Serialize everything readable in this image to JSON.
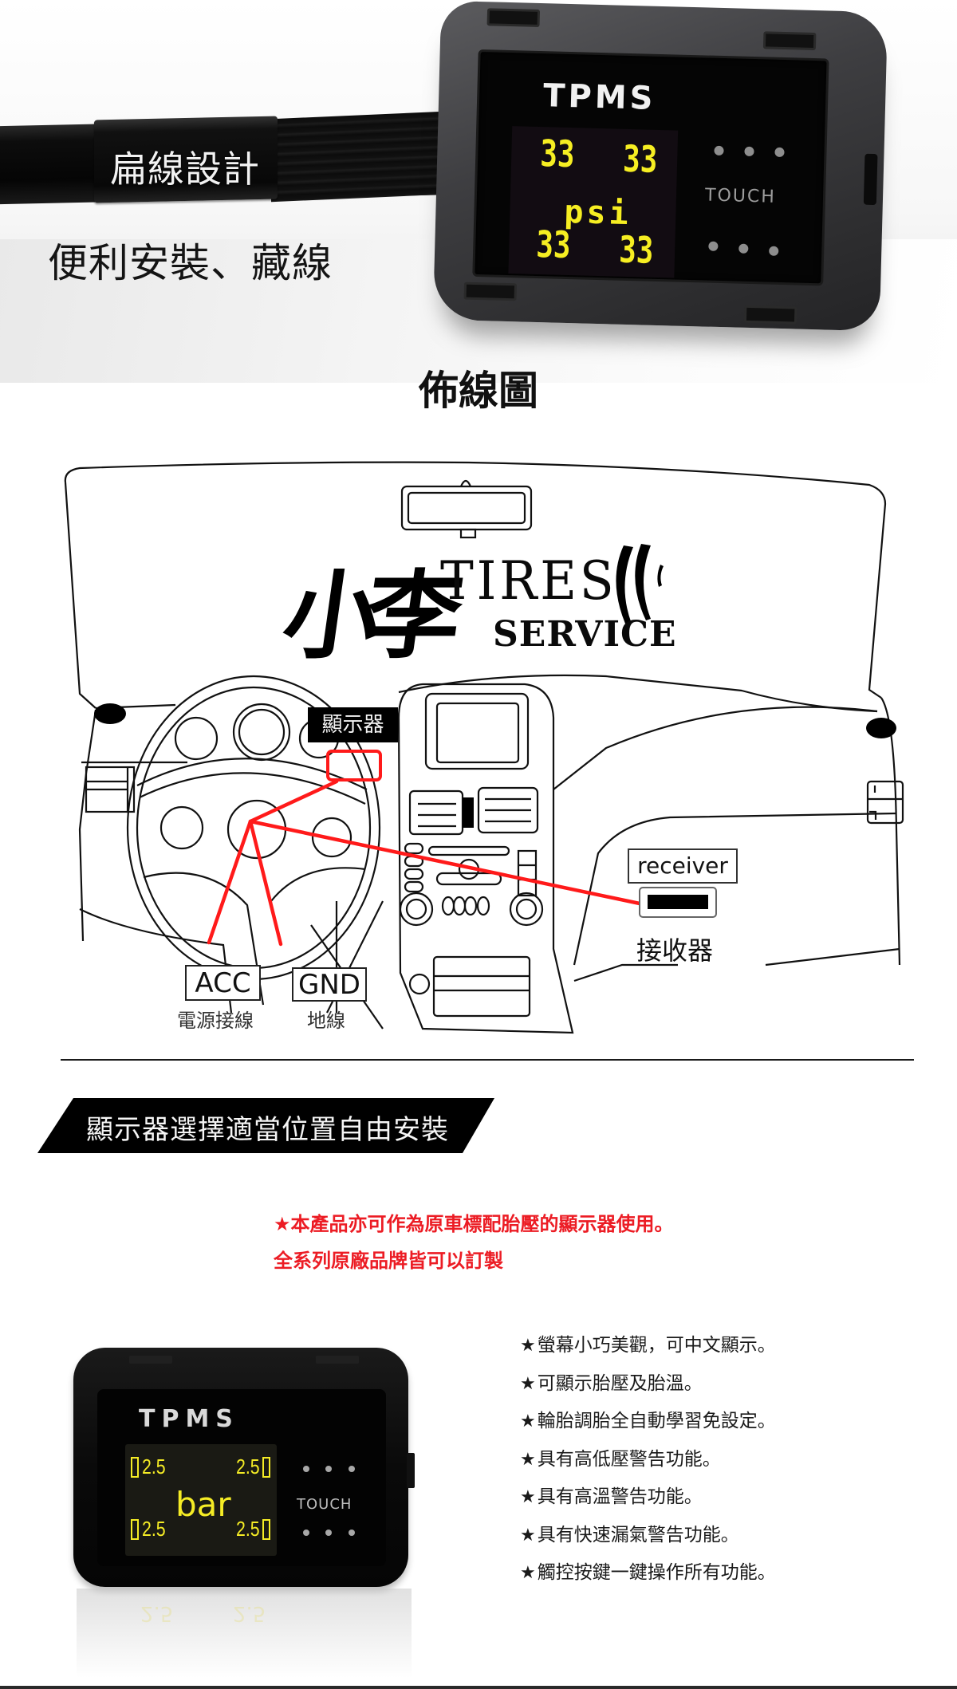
{
  "hero": {
    "cable_label": "扁線設計",
    "caption": "便利安裝、藏線",
    "device": {
      "brand": "TPMS",
      "unit": "psi",
      "tires": {
        "front_left": "33",
        "front_right": "33",
        "rear_left": "33",
        "rear_right": "33"
      },
      "touch_label": "TOUCH",
      "screen_text_color": "#f6ee22"
    }
  },
  "wiring": {
    "title": "佈線圖",
    "logo": {
      "zh": "小李",
      "line1": "TIRES",
      "line2": "SERVICE"
    },
    "labels": {
      "display": "顯示器",
      "receiver_en": "receiver",
      "receiver_zh": "接收器",
      "acc": "ACC",
      "acc_sub": "電源接線",
      "gnd": "GND",
      "gnd_sub": "地線"
    },
    "wire_color": "#ff1a1a"
  },
  "install": {
    "banner": "顯示器選擇適當位置自由安裝",
    "notes": [
      "★本產品亦可作為原車標配胎壓的顯示器使用。",
      "全系列原廠品牌皆可以訂製"
    ],
    "note_color": "#ec1c24",
    "device": {
      "brand": "TPMS",
      "unit": "bar",
      "tires": {
        "front_left": "2.5",
        "front_right": "2.5",
        "rear_left": "2.5",
        "rear_right": "2.5"
      },
      "touch_label": "TOUCH"
    },
    "features": [
      {
        "star": "★",
        "text": "螢幕小巧美觀，可中文顯示。"
      },
      {
        "star": "★",
        "text": "可顯示胎壓及胎溫。"
      },
      {
        "star": "★",
        "text": "輪胎調胎全自動學習免設定。"
      },
      {
        "star": "★",
        "text": "具有高低壓警告功能。"
      },
      {
        "star": "★",
        "text": "具有高溫警告功能。"
      },
      {
        "star": "★",
        "text": "具有快速漏氣警告功能。"
      },
      {
        "star": "★",
        "text": "觸控按鍵一鍵操作所有功能。"
      }
    ]
  }
}
